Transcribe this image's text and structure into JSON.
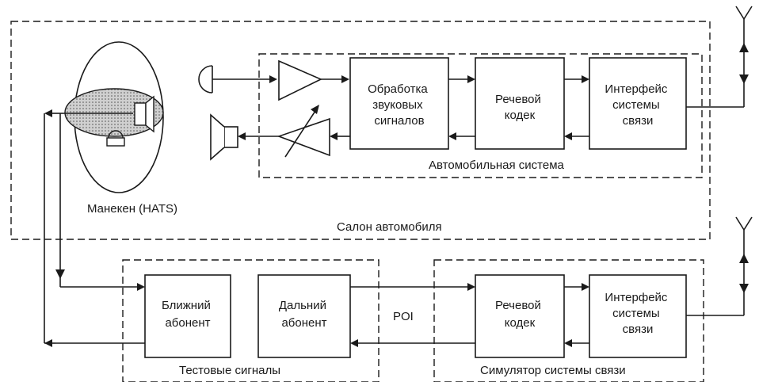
{
  "car_interior": {
    "label": "Салон автомобиля"
  },
  "car_system": {
    "label": "Автомобильная система"
  },
  "dummy": {
    "label": "Манекен (HATS)"
  },
  "audio_processing": {
    "lines": [
      "Обработка",
      "звуковых",
      "сигналов"
    ]
  },
  "car_codec": {
    "lines": [
      "Речевой",
      "кодек"
    ]
  },
  "car_interface": {
    "lines": [
      "Интерфейс",
      "системы",
      "связи"
    ]
  },
  "test_signals": {
    "label": "Тестовые сигналы"
  },
  "near_end": {
    "lines": [
      "Ближний",
      "абонент"
    ]
  },
  "far_end": {
    "lines": [
      "Дальний",
      "абонент"
    ]
  },
  "poi": {
    "label": "POI"
  },
  "network_simulator": {
    "label": "Симулятор системы связи"
  },
  "sim_codec": {
    "lines": [
      "Речевой",
      "кодек"
    ]
  },
  "sim_interface": {
    "lines": [
      "Интерфейс",
      "системы",
      "связи"
    ]
  },
  "colors": {
    "stroke": "#1a1a1a",
    "head_fill": "#c8c8c8"
  }
}
